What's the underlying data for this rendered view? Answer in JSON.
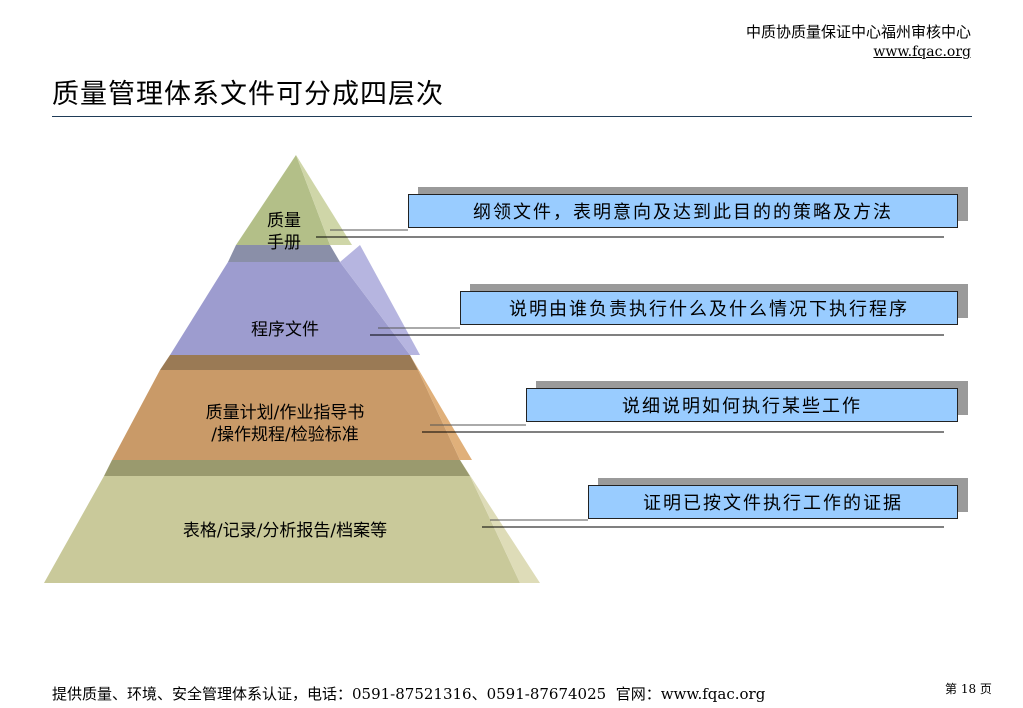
{
  "header": {
    "org_name": "中质协质量保证中心福州审核中心",
    "org_url": "www.fqac.org",
    "title": "质量管理体系文件可分成四层次"
  },
  "pyramid": {
    "levels": [
      {
        "label_line1": "质量",
        "label_line2": "手册",
        "color": "#b3bf88",
        "description": "纲领文件，表明意向及达到此目的的策略及方法"
      },
      {
        "label_line1": "程序文件",
        "label_line2": "",
        "color": "#9d9ccf",
        "description": "说明由谁负责执行什么及什么情况下执行程序"
      },
      {
        "label_line1": "质量计划/作业指导书",
        "label_line2": "/操作规程/检验标准",
        "color": "#c99a68",
        "description": "说细说明如何执行某些工作"
      },
      {
        "label_line1": "表格/记录/分析报告/档案等",
        "label_line2": "",
        "color": "#c9c99a",
        "description": "证明已按文件执行工作的证据"
      }
    ],
    "description_box_color": "#99ccff"
  },
  "footer": {
    "text": "提供质量、环境、安全管理体系认证，电话：0591-87521316、0591-87674025  官网：www.fqac.org",
    "page_label": "第 18 页"
  }
}
